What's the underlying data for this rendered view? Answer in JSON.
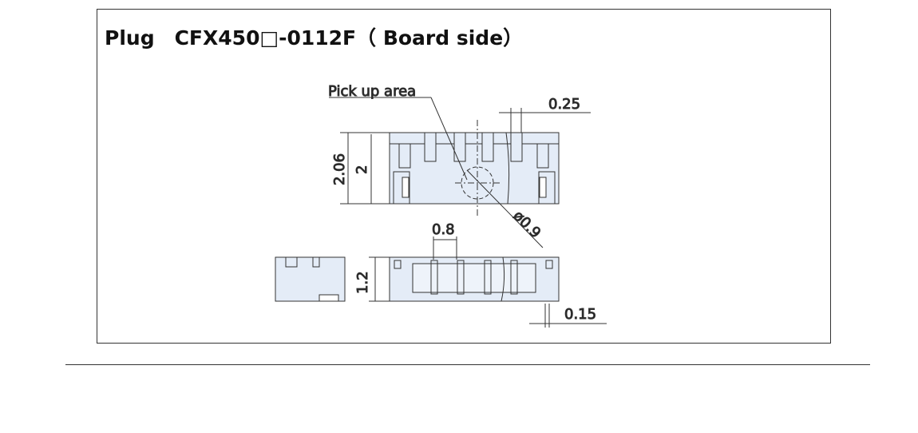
{
  "title": "Plug　CFX450□-0112F（ Board side）",
  "labels": {
    "pickup": "Pick up area",
    "d025": "0.25",
    "d206": "2.06",
    "d2": "2",
    "d09": "ø0.9",
    "d08": "0.8",
    "d12": "1.2",
    "d015": "0.15"
  },
  "colors": {
    "body": "#e4ecf7",
    "line": "#333333"
  }
}
